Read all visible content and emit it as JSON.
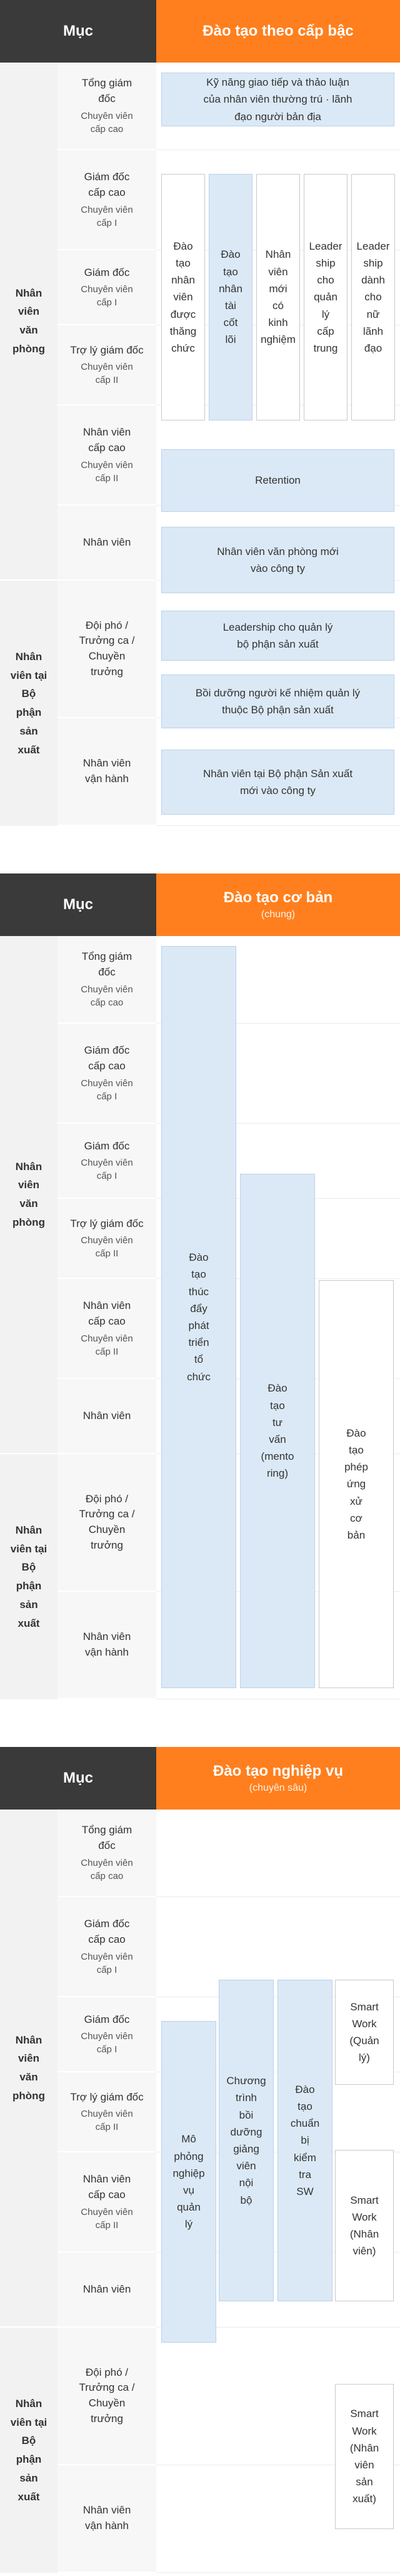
{
  "rows": [
    {
      "title": "Tổng giám\nđốc",
      "sub": "Chuyên viên\ncấp cao"
    },
    {
      "title": "Giám đốc\ncấp cao",
      "sub": "Chuyên viên\ncấp I"
    },
    {
      "title": "Giám đốc",
      "sub": "Chuyên viên\ncấp I"
    },
    {
      "title": "Trợ lý giám đốc",
      "sub": "Chuyên viên\ncấp II"
    },
    {
      "title": "Nhân viên\ncấp cao",
      "sub": "Chuyên viên\ncấp II"
    },
    {
      "title": "Nhân viên",
      "sub": ""
    },
    {
      "title": "Đội phó /\nTrưởng ca /\nChuyền\ntrưởng",
      "sub": ""
    },
    {
      "title": "Nhân viên\nvận hành",
      "sub": ""
    }
  ],
  "groups": {
    "office": "Nhân\nviên\nvăn\nphòng",
    "factory": "Nhân\nviên tại\nBộ\nphận\nsản\nxuất"
  },
  "section1": {
    "col_header": "Mục",
    "title": "Đào tạo theo cấp bậc",
    "programs": {
      "communication": "Kỹ năng giao tiếp và thảo luận\ncủa nhân viên thường trú · lãnh\nđạo người bản địa",
      "promotion": "Đào\ntạo\nnhân\nviên\nđược\nthăng\nchức",
      "core_talent": "Đào\ntạo\nnhân\ntài\ncốt\nlõi",
      "experienced_hire": "Nhân\nviên\nmới\ncó\nkinh\nnghiệm",
      "leadership_mid": "Leader\nship\ncho\nquản\nlý\ncấp\ntrung",
      "leadership_female": "Leader\nship\ndành\ncho\nnữ\nlãnh\nđạo",
      "retention": "Retention",
      "new_office": "Nhân viên văn phòng mới\nvào công ty",
      "leadership_factory": "Leadership cho quản lý\nbộ phận sản xuất",
      "successor": "Bồi dưỡng người kế nhiệm quản lý\nthuộc Bộ phận sản xuất",
      "new_factory": "Nhân viên tại Bộ phận Sản xuất\nmới vào công ty"
    }
  },
  "section2": {
    "col_header": "Mục",
    "title": "Đào tạo cơ bản",
    "subtitle": "(chung)",
    "programs": {
      "growth": "Đào\ntạo\nthúc\nđẩy\nphát\ntriển\ntổ\nchức",
      "mentoring": "Đào\ntạo\ntư\nvấn\n(mento\nring)",
      "etiquette": "Đào\ntạo\nphép\nứng\nxử\ncơ\nbản"
    }
  },
  "section3": {
    "col_header": "Mục",
    "title": "Đào tạo nghiệp vụ",
    "subtitle": "(chuyên sâu)",
    "programs": {
      "simulation": "Mô\nphỏng\nnghiệp\nvụ\nquản\nlý",
      "trainer": "Chương\ntrình\nbồi\ndưỡng\ngiảng\nviên\nnội\nbộ",
      "sw_inspector": "Đào\ntạo\nchuẩn\nbị\nkiểm\ntra\nSW",
      "smart_manager": "Smart\nWork\n(Quản\nlý)",
      "smart_staff": "Smart\nWork\n(Nhân\nviên)",
      "smart_factory": "Smart\nWork\n(Nhân\nviên\nsản\nxuất)"
    }
  }
}
